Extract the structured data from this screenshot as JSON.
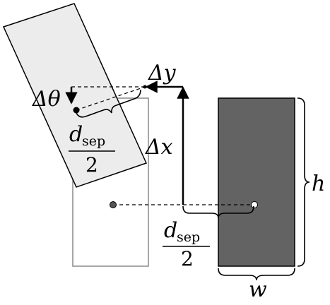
{
  "labels": {
    "delta_y": "Δy",
    "delta_x": "Δx",
    "delta_theta": "Δθ",
    "height": "h",
    "width": "w",
    "dsep_upper": {
      "var": "d",
      "subscript": "sep",
      "denominator": "2"
    },
    "dsep_lower": {
      "var": "d",
      "subscript": "sep",
      "denominator": "2"
    }
  },
  "colors": {
    "rotated_rect_fill": "#ececec",
    "target_rect_fill": "#636363",
    "ghost_rect_stroke": "#8a8a8a",
    "stroke": "#000000",
    "ghost_center_fill": "#555555",
    "target_center_fill": "#ffffff"
  }
}
